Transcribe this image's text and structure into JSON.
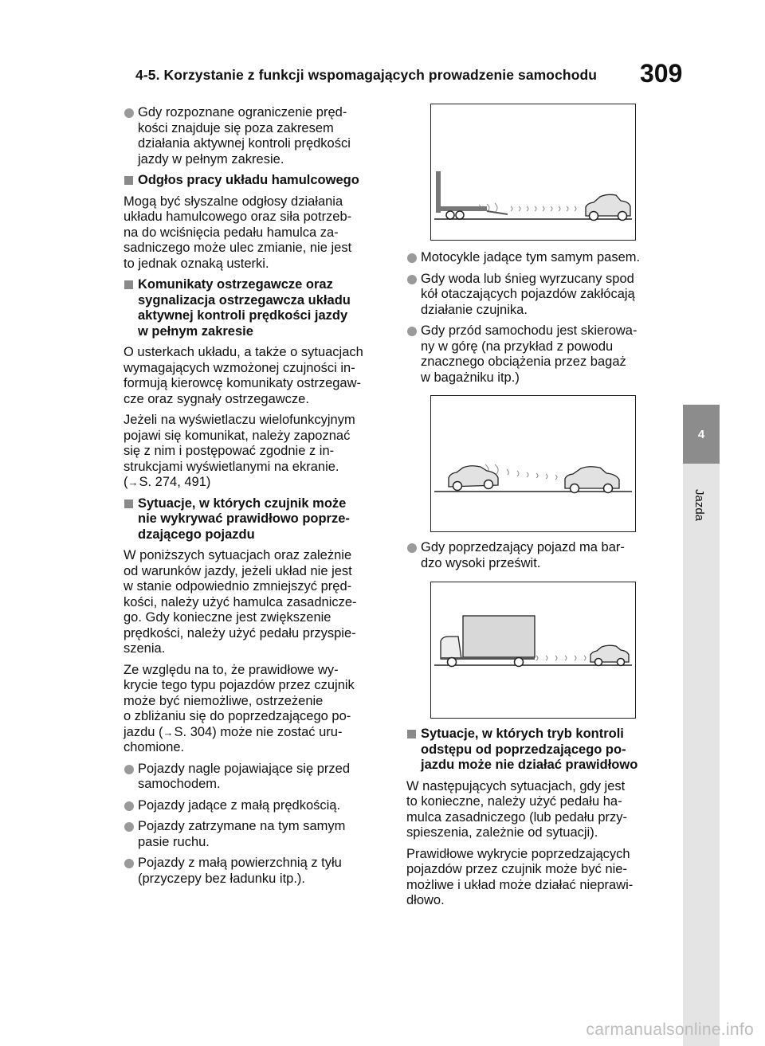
{
  "header": {
    "title": "4-5. Korzystanie z funkcji wspomagających prowadzenie samochodu",
    "page_number": "309"
  },
  "side_tab": {
    "number": "4",
    "label": "Jazda"
  },
  "left_column": {
    "bullet_1": "Gdy rozpoznane ograniczenie pręd-\nkości znajduje się poza zakresem\ndziałania aktywnej kontroli prędkości\njazdy w pełnym zakresie.",
    "heading_brake": "Odgłos pracy układu hamulcowego",
    "para_brake": "Mogą być słyszalne odgłosy działania\nukładu hamulcowego oraz siła potrzeb-\nna do wciśnięcia pedału hamulca za-\nsadniczego może ulec zmianie, nie jest\nto jednak oznaką usterki.",
    "heading_warnings": "Komunikaty ostrzegawcze oraz\nsygnalizacja ostrzegawcza układu\naktywnej kontroli prędkości jazdy\nw pełnym zakresie",
    "para_warnings": "O usterkach układu, a także o sytuacjach\nwymagających wzmożonej czujności in-\nformują kierowcę komunikaty ostrzegaw-\ncze oraz sygnały ostrzegawcze.",
    "para_display_before": "Jeżeli na wyświetlaczu wielofunkcyjnym\npojawi się komunikat, należy zapoznać\nsię z nim i postępować zgodnie z in-\nstrukcjami wyświetlanymi na ekranie.\n(",
    "arrow": "→",
    "para_display_ref": "S. 274, 491)",
    "heading_sensor": "Sytuacje, w których czujnik może\nnie wykrywać prawidłowo poprze-\ndzającego pojazdu",
    "para_sensor": "W poniższych sytuacjach oraz zależnie\nod warunków jazdy, jeżeli układ nie jest\nw stanie odpowiednio zmniejszyć pręd-\nkości, należy użyć hamulca zasadnicze-\ngo. Gdy konieczne jest zwiększenie\nprędkości, należy użyć pedału przyspie-\nszenia.",
    "para_alert_before": "Ze względu na to, że prawidłowe wy-\nkrycie tego typu pojazdów przez czujnik\nmoże być niemożliwe, ostrzeżenie\no zbliżaniu się do poprzedzającego po-\njazdu (",
    "para_alert_after": "S. 304) może nie zostać uru-\nchomione.",
    "bullet_2": "Pojazdy nagle pojawiające się przed\nsamochodem.",
    "bullet_3": "Pojazdy jadące z małą prędkością.",
    "bullet_4": "Pojazdy zatrzymane na tym samym\npasie ruchu.",
    "bullet_5": "Pojazdy z małą powierzchnią z tyłu\n(przyczepy bez ładunku itp.)."
  },
  "right_column": {
    "bullet_1": "Motocykle jadące tym samym pasem.",
    "bullet_2": "Gdy woda lub śnieg wyrzucany spod\nkół otaczających pojazdów zakłócają\ndziałanie czujnika.",
    "bullet_3": "Gdy przód samochodu jest skierowa-\nny w górę (na przykład z powodu\nznacznego obciążenia przez bagaż\nw bagażniku itp.)",
    "bullet_4": "Gdy poprzedzający pojazd ma bar-\ndzo wysoki prześwit.",
    "heading_distance": "Sytuacje, w których tryb kontroli\nodstępu od poprzedzającego po-\njazdu może nie działać prawidłowo",
    "para_distance": "W następujących sytuacjach, gdy jest\nto konieczne, należy użyć pedału ha-\nmulca zasadniczego (lub pedału przy-\nspieszenia, zależnie od sytuacji).",
    "para_detection": "Prawidłowe wykrycie poprzedzających\npojazdów przez czujnik może być nie-\nmożliwe i układ może działać nieprawi-\ndłowo."
  },
  "figures": [
    {
      "name": "unloaded-trailer-illustration",
      "icons": [
        "car-icon",
        "empty-trailer-icon",
        "radar-waves-icon"
      ]
    },
    {
      "name": "car-nose-up-illustration",
      "icons": [
        "car-icon",
        "car-icon",
        "radar-waves-icon"
      ]
    },
    {
      "name": "high-clearance-truck-illustration",
      "icons": [
        "truck-icon",
        "car-icon",
        "radar-waves-icon"
      ]
    }
  ],
  "watermark": "carmanualsonline.info",
  "colors": {
    "bullet": "#9a9a9a",
    "heading_square": "#8a8a8a",
    "side_tab": "#8c8c8c",
    "side_stripe": "#e4e4e4",
    "watermark": "#bdbdbd"
  }
}
